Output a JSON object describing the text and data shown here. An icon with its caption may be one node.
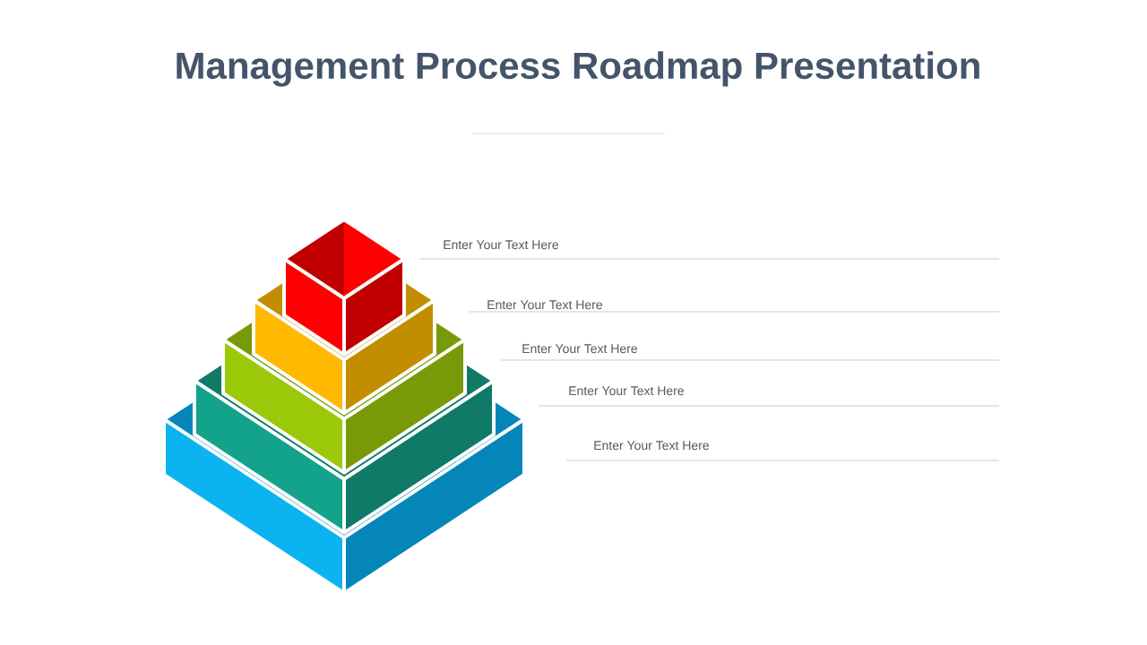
{
  "diagram": {
    "title": "Management Process Roadmap Presentation",
    "labels": [
      "Enter Your Text Here",
      "Enter Your Text Here",
      "Enter Your Text Here",
      "Enter Your Text Here",
      "Enter Your Text Here"
    ]
  }
}
